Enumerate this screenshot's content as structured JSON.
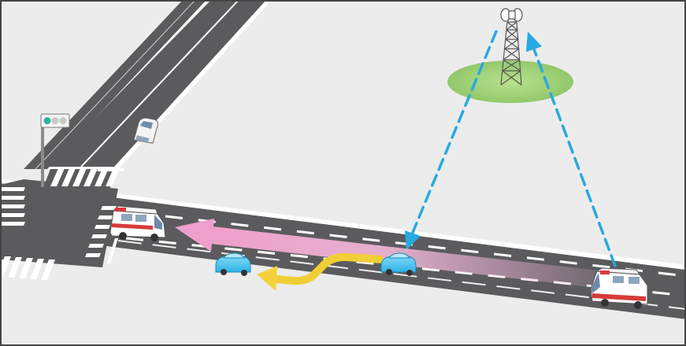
{
  "colors": {
    "ground": "#ececec",
    "frame": "#444444",
    "road": "#5b5b5d",
    "road_edge": "#ffffff",
    "lane_marking": "#ffffff",
    "grass": "#9fd07a",
    "radio_link": "#29a9e1",
    "emergency_path": "#f3b9da",
    "yield_path": "#f4d23a",
    "ambulance_body": "#ffffff",
    "ambulance_stripe": "#d93a3a",
    "car_blue": "#4fc4ef",
    "car_white": "#f4f4f4",
    "signal_green": "#2bb39a"
  },
  "scene": {
    "tower": {
      "icon": "radio-tower-icon"
    },
    "uplink": {
      "icon": "dashed-arrow-up-icon"
    },
    "downlink": {
      "icon": "dashed-arrow-down-icon"
    },
    "emergency_route": {
      "icon": "pink-arrow-left-icon"
    },
    "yield_route": {
      "icon": "yellow-arrow-left-icon"
    },
    "vehicles": [
      {
        "kind": "ambulance",
        "icon": "ambulance-icon"
      },
      {
        "kind": "ambulance",
        "icon": "ambulance-icon"
      },
      {
        "kind": "car",
        "icon": "car-icon"
      },
      {
        "kind": "car",
        "icon": "car-icon"
      },
      {
        "kind": "car",
        "icon": "car-icon"
      }
    ],
    "traffic_signal": {
      "icon": "traffic-light-icon",
      "active_lamp": "green"
    }
  }
}
